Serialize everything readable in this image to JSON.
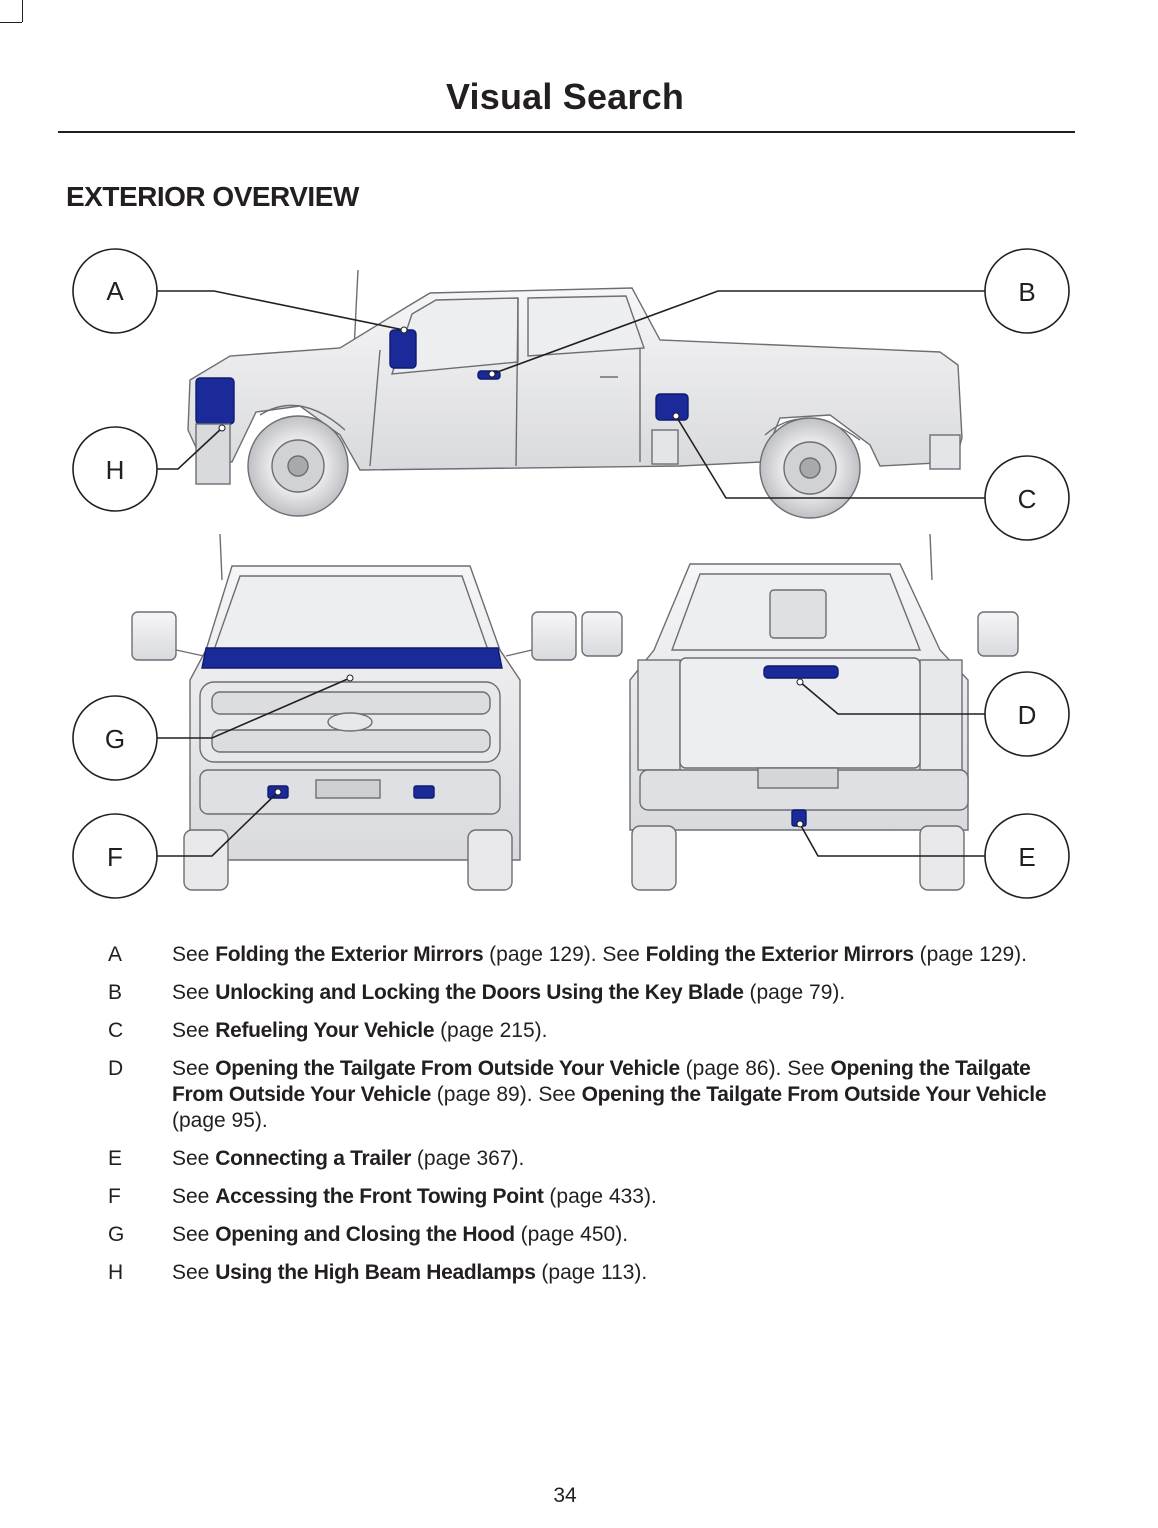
{
  "page": {
    "title": "Visual Search",
    "section_heading": "EXTERIOR OVERVIEW",
    "page_number": "34"
  },
  "figure": {
    "labels": [
      "A",
      "B",
      "C",
      "D",
      "E",
      "F",
      "G",
      "H"
    ],
    "highlight_color": "#1b2a99"
  },
  "callouts": [
    {
      "letter": "A",
      "parts": [
        {
          "t": "See "
        },
        {
          "t": "Folding the Exterior Mirrors",
          "b": true
        },
        {
          "t": " (page 129).  See "
        },
        {
          "t": "Folding the Exterior Mirrors",
          "b": true
        },
        {
          "t": " (page 129)."
        }
      ]
    },
    {
      "letter": "B",
      "parts": [
        {
          "t": "See "
        },
        {
          "t": "Unlocking and Locking the Doors Using the Key Blade",
          "b": true
        },
        {
          "t": " (page 79)."
        }
      ]
    },
    {
      "letter": "C",
      "parts": [
        {
          "t": "See "
        },
        {
          "t": "Refueling Your Vehicle",
          "b": true
        },
        {
          "t": " (page 215)."
        }
      ]
    },
    {
      "letter": "D",
      "parts": [
        {
          "t": "See "
        },
        {
          "t": "Opening the Tailgate From Outside Your Vehicle",
          "b": true
        },
        {
          "t": " (page 86).  See "
        },
        {
          "t": "Opening the Tailgate From Outside Your Vehicle",
          "b": true
        },
        {
          "t": " (page 89).  See "
        },
        {
          "t": "Opening the Tailgate From Outside Your Vehicle",
          "b": true
        },
        {
          "t": " (page 95)."
        }
      ]
    },
    {
      "letter": "E",
      "parts": [
        {
          "t": "See "
        },
        {
          "t": "Connecting a Trailer",
          "b": true
        },
        {
          "t": " (page 367)."
        }
      ]
    },
    {
      "letter": "F",
      "parts": [
        {
          "t": "See "
        },
        {
          "t": "Accessing the Front Towing Point",
          "b": true
        },
        {
          "t": " (page 433)."
        }
      ]
    },
    {
      "letter": "G",
      "parts": [
        {
          "t": "See "
        },
        {
          "t": "Opening and Closing the Hood",
          "b": true
        },
        {
          "t": " (page 450)."
        }
      ]
    },
    {
      "letter": "H",
      "parts": [
        {
          "t": "See "
        },
        {
          "t": "Using the High Beam Headlamps",
          "b": true
        },
        {
          "t": " (page 113)."
        }
      ]
    }
  ]
}
